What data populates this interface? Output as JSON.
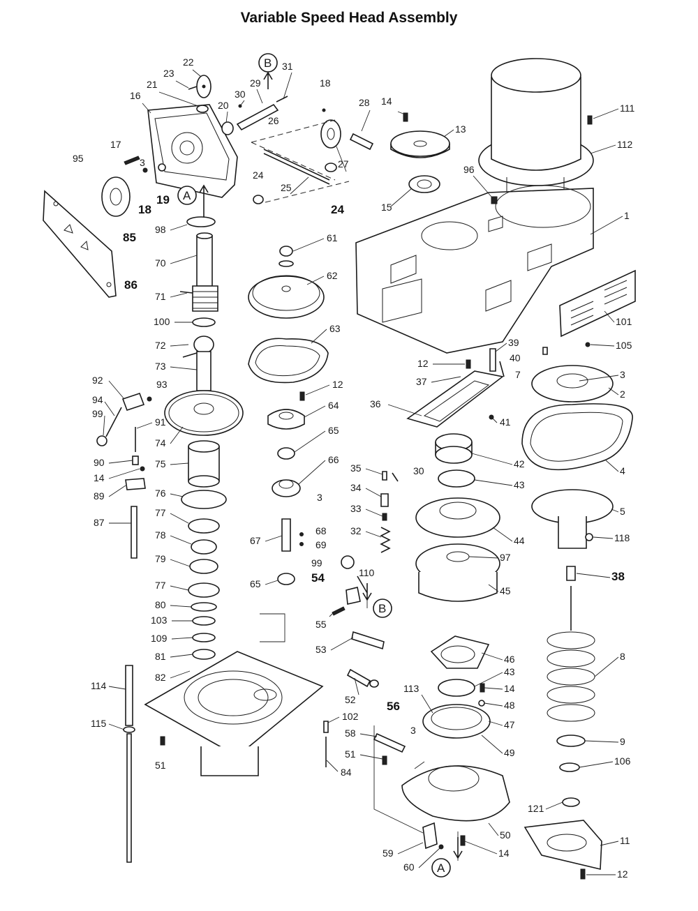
{
  "title": "Variable Speed Head Assembly",
  "connectors": {
    "a": "A",
    "b": "B"
  },
  "labels": {
    "l22": "22",
    "l23": "23",
    "l21": "21",
    "l16": "16",
    "l17": "17",
    "l3a": "3",
    "l18b": "18",
    "l19": "19",
    "l95": "95",
    "l85": "85",
    "l86": "86",
    "l31": "31",
    "l29": "29",
    "l30a": "30",
    "l20": "20",
    "l26": "26",
    "l18a": "18",
    "l28": "28",
    "l27": "27",
    "l24a": "24",
    "l25": "25",
    "l24b": "24",
    "l14a": "14",
    "l13": "13",
    "l15": "15",
    "l96": "96",
    "l111": "111",
    "l112": "112",
    "l1": "1",
    "l98": "98",
    "l70": "70",
    "l71": "71",
    "l100": "100",
    "l72": "72",
    "l73": "73",
    "l74": "74",
    "l92": "92",
    "l93": "93",
    "l94": "94",
    "l99a": "99",
    "l91": "91",
    "l90": "90",
    "l14b": "14",
    "l89": "89",
    "l87": "87",
    "l75": "75",
    "l76": "76",
    "l77a": "77",
    "l78": "78",
    "l79": "79",
    "l77b": "77",
    "l80": "80",
    "l103": "103",
    "l109": "109",
    "l81": "81",
    "l82": "82",
    "l114": "114",
    "l115": "115",
    "l51a": "51",
    "l61": "61",
    "l62": "62",
    "l63": "63",
    "l12a": "12",
    "l64": "64",
    "l65a": "65",
    "l66": "66",
    "l3b": "3",
    "l67": "67",
    "l68": "68",
    "l69": "69",
    "l65b": "65",
    "l12b": "12",
    "l37": "37",
    "l39": "39",
    "l40": "40",
    "l7": "7",
    "l36": "36",
    "l41": "41",
    "l35": "35",
    "l30b": "30",
    "l34": "34",
    "l33": "33",
    "l32": "32",
    "l99b": "99",
    "l110": "110",
    "l54": "54",
    "l55": "55",
    "l53": "53",
    "l52": "52",
    "l56": "56",
    "l102": "102",
    "l84": "84",
    "l58": "58",
    "l3c": "3",
    "l51b": "51",
    "l59": "59",
    "l60": "60",
    "l42": "42",
    "l43a": "43",
    "l44": "44",
    "l97": "97",
    "l45": "45",
    "l46": "46",
    "l43b": "43",
    "l14c": "14",
    "l113": "113",
    "l48": "48",
    "l47": "47",
    "l49": "49",
    "l50": "50",
    "l14d": "14",
    "l101": "101",
    "l105": "105",
    "l3d": "3",
    "l2": "2",
    "l4": "4",
    "l5": "5",
    "l118": "118",
    "l38": "38",
    "l8": "8",
    "l9": "9",
    "l106": "106",
    "l121": "121",
    "l11": "11",
    "l12c": "12"
  }
}
